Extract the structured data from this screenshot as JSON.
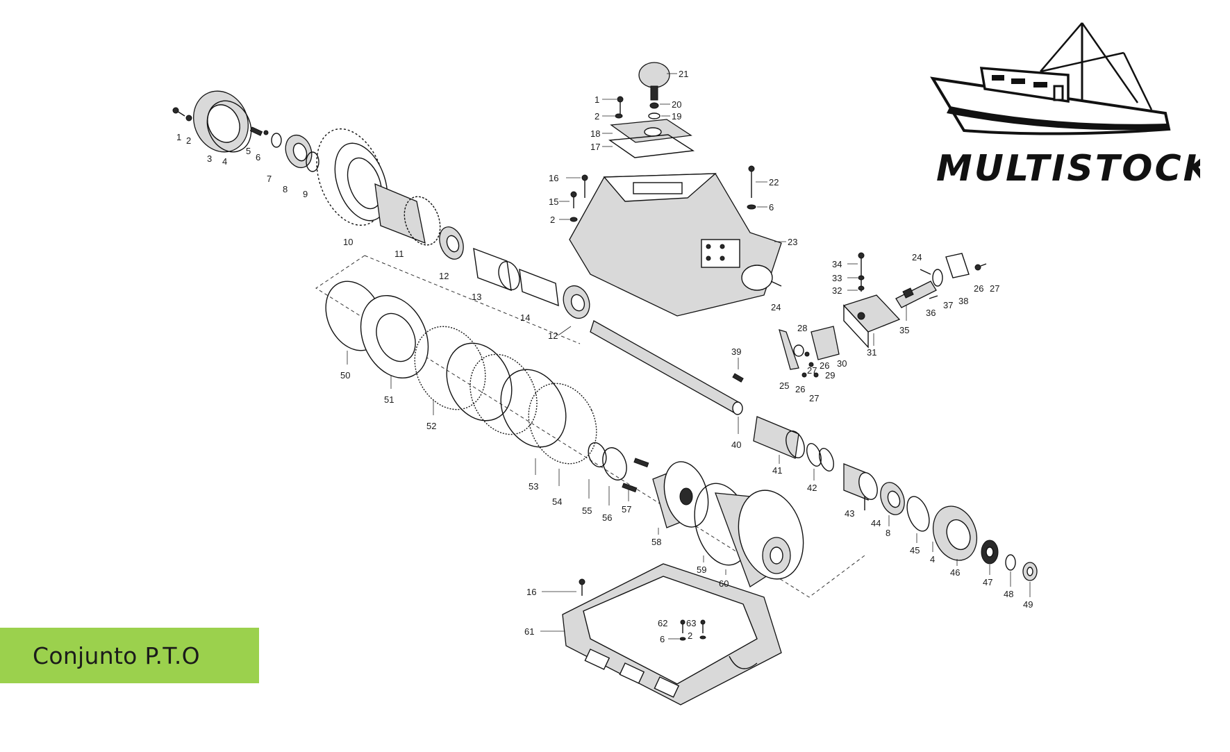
{
  "logo": {
    "brand_text": "MULTISTOCK",
    "icon": "fishing-boat-icon"
  },
  "caption": {
    "text": "Conjunto P.T.O",
    "background": "#9bd14d"
  },
  "part_labels": {
    "p1a": "1",
    "p2a": "2",
    "p3": "3",
    "p4a": "4",
    "p5": "5",
    "p6a": "6",
    "p7": "7",
    "p8a": "8",
    "p9": "9",
    "p10": "10",
    "p11": "11",
    "p12a": "12",
    "p13": "13",
    "p14": "14",
    "p12b": "12",
    "p1b": "1",
    "p2b": "2",
    "p21": "21",
    "p20": "20",
    "p19": "19",
    "p18": "18",
    "p17": "17",
    "p16a": "16",
    "p15": "15",
    "p2c": "2",
    "p22": "22",
    "p6b": "6",
    "p23": "23",
    "p24a": "24",
    "p34": "34",
    "p33": "33",
    "p32": "32",
    "p24b": "24",
    "p37": "37",
    "p38": "38",
    "p26a": "26",
    "p27a": "27",
    "p36": "36",
    "p35": "35",
    "p31": "31",
    "p28": "28",
    "p30": "30",
    "p26b": "26",
    "p27b": "27",
    "p29": "29",
    "p25": "25",
    "p26c": "26",
    "p27c": "27",
    "p39": "39",
    "p40": "40",
    "p41": "41",
    "p42": "42",
    "p43": "43",
    "p44": "44",
    "p8b": "8",
    "p45": "45",
    "p4b": "4",
    "p46": "46",
    "p47": "47",
    "p48": "48",
    "p49": "49",
    "p50": "50",
    "p51": "51",
    "p52": "52",
    "p53": "53",
    "p54": "54",
    "p55": "55",
    "p56": "56",
    "p57": "57",
    "p58": "58",
    "p59": "59",
    "p60": "60",
    "p16b": "16",
    "p61": "61",
    "p62": "62",
    "p63": "63",
    "p6c": "6",
    "p2d": "2"
  }
}
